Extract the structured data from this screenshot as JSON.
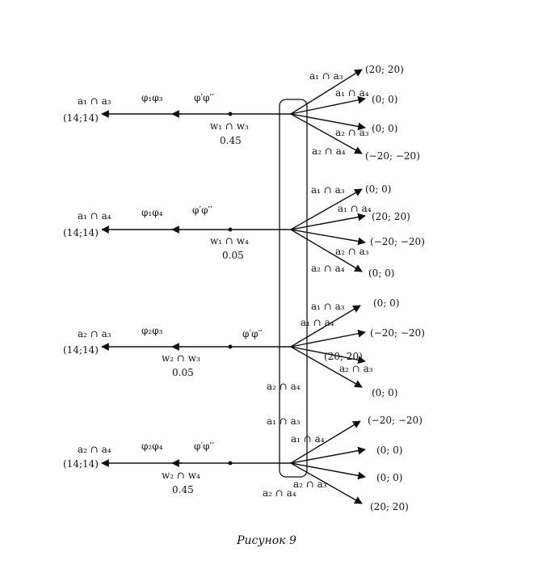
{
  "caption": "Рисунок 9",
  "frame_labels": [
    "a₂ ∩ a₄",
    "a₁ ∩ a₃"
  ],
  "rows": [
    {
      "left_result": "(14;14)",
      "left_label": "a₁ ∩ a₃",
      "phi_label": "φ₁φ₃",
      "phiprime_label": "φ′φ′′",
      "w_label": "w₁ ∩ w₃",
      "prob": "0.45",
      "branches": [
        {
          "label": "a₁ ∩ a₃",
          "payoff": "(20; 20)"
        },
        {
          "label": "a₁ ∩ a₄",
          "payoff": "(0; 0)"
        },
        {
          "label": "a₂ ∩ a₃",
          "payoff": "(0; 0)"
        },
        {
          "label": "a₂ ∩ a₄",
          "payoff": "(−20; −20)"
        }
      ]
    },
    {
      "left_result": "(14;14)",
      "left_label": "a₁ ∩ a₄",
      "phi_label": "φ₁φ₄",
      "phiprime_label": "φ′φ′′",
      "w_label": "w₁ ∩ w₄",
      "prob": "0.05",
      "branches": [
        {
          "label": "a₁ ∩ a₃",
          "payoff": "(0; 0)"
        },
        {
          "label": "a₁ ∩ a₄",
          "payoff": "(20; 20)"
        },
        {
          "label": "a₂ ∩ a₃",
          "payoff": "(−20; −20)"
        },
        {
          "label": "a₂ ∩ a₄",
          "payoff": "(0; 0)"
        }
      ]
    },
    {
      "left_result": "(14;14)",
      "left_label": "a₂ ∩ a₃",
      "phi_label": "φ₂φ₃",
      "phiprime_label": "φ′φ′′",
      "w_label": "w₂ ∩ w₃",
      "prob": "0.05",
      "branches": [
        {
          "label": "a₁ ∩ a₃",
          "payoff": "(0; 0)"
        },
        {
          "label": "a₁ ∩ a₄",
          "payoff": "(−20; −20)"
        },
        {
          "label": "a₂ ∩ a₃",
          "payoff": "(20; 20)"
        },
        {
          "label": "",
          "payoff": "(0; 0)"
        }
      ]
    },
    {
      "left_result": "(14;14)",
      "left_label": "a₂ ∩ a₄",
      "phi_label": "φ₂φ₄",
      "phiprime_label": "φ′φ′′",
      "w_label": "w₂ ∩ w₄",
      "prob": "0.45",
      "branches": [
        {
          "label": "a₁ ∩ a₄",
          "payoff": "(−20; −20)"
        },
        {
          "label": "",
          "payoff": "(0; 0)"
        },
        {
          "label": "a₂ ∩ a₃",
          "payoff": "(0; 0)"
        },
        {
          "label": "a₂ ∩ a₄",
          "payoff": "(20; 20)"
        }
      ]
    }
  ]
}
